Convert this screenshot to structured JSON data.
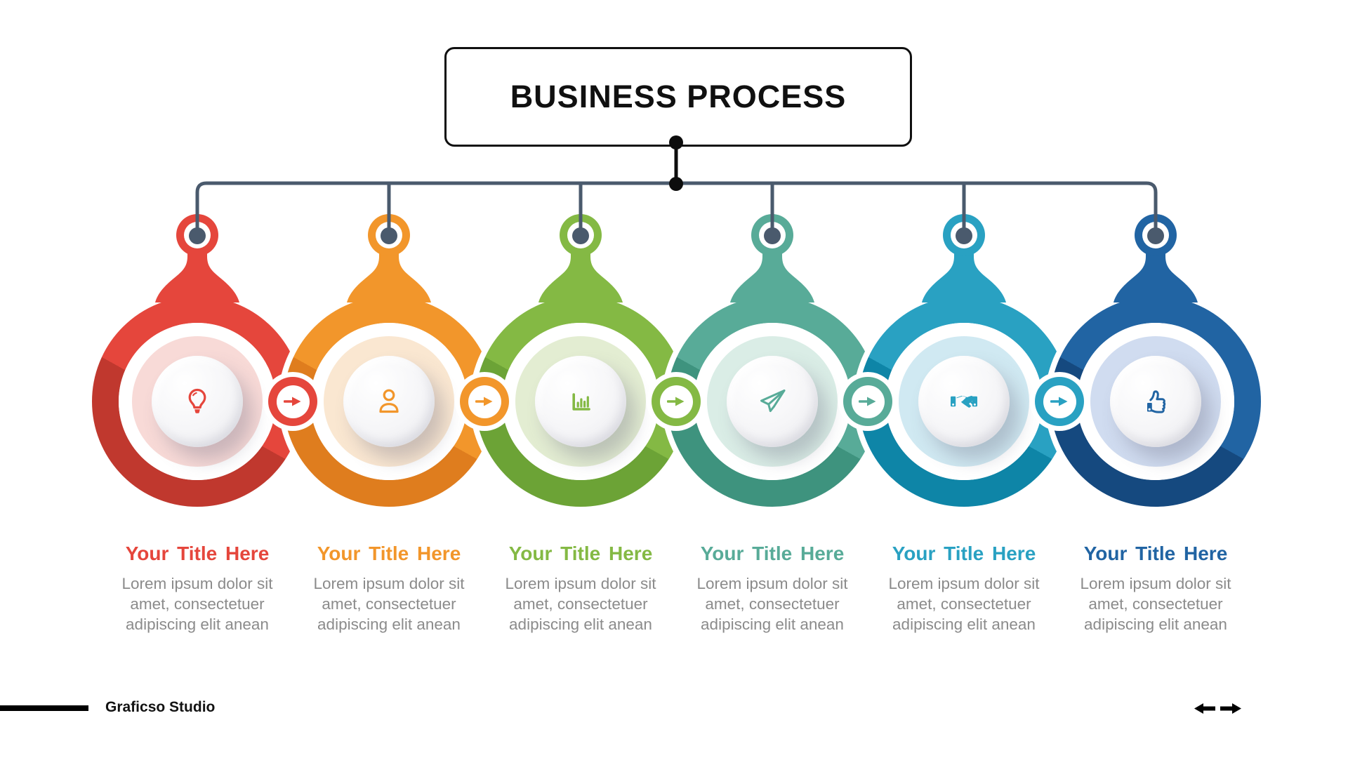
{
  "header": {
    "title": "BUSINESS PROCESS"
  },
  "connector": {
    "line": "#4a5a6d",
    "black": "#0d0d0d"
  },
  "nodes": [
    {
      "title": "Your Title Here",
      "body": "Lorem ipsum dolor sit amet, consectetuer adipiscing elit anean",
      "icon": "lightbulb-icon",
      "colors": {
        "main": "#e5463c",
        "dark": "#c0382e",
        "tint": "#f8dad7"
      }
    },
    {
      "title": "Your Title Here",
      "body": "Lorem ipsum dolor sit amet, consectetuer adipiscing elit anean",
      "icon": "person-icon",
      "colors": {
        "main": "#f2962b",
        "dark": "#df7d1e",
        "tint": "#fae7d1"
      }
    },
    {
      "title": "Your Title Here",
      "body": "Lorem ipsum dolor sit amet, consectetuer adipiscing elit anean",
      "icon": "bar-chart-icon",
      "colors": {
        "main": "#84b944",
        "dark": "#6ca336",
        "tint": "#e3edd2"
      }
    },
    {
      "title": "Your Title Here",
      "body": "Lorem ipsum dolor sit amet, consectetuer adipiscing elit anean",
      "icon": "paper-plane-icon",
      "colors": {
        "main": "#58ab98",
        "dark": "#3e937e",
        "tint": "#daede6"
      }
    },
    {
      "title": "Your Title Here",
      "body": "Lorem ipsum dolor sit amet, consectetuer adipiscing elit anean",
      "icon": "handshake-icon",
      "colors": {
        "main": "#29a1c2",
        "dark": "#0e85a7",
        "tint": "#d0e9f2"
      }
    },
    {
      "title": "Your Title Here",
      "body": "Lorem ipsum dolor sit amet, consectetuer adipiscing elit anean",
      "icon": "thumbs-up-icon",
      "colors": {
        "main": "#2164a3",
        "dark": "#15497f",
        "tint": "#d0dcf0"
      }
    }
  ],
  "footer": {
    "brand": "Graficso Studio"
  }
}
